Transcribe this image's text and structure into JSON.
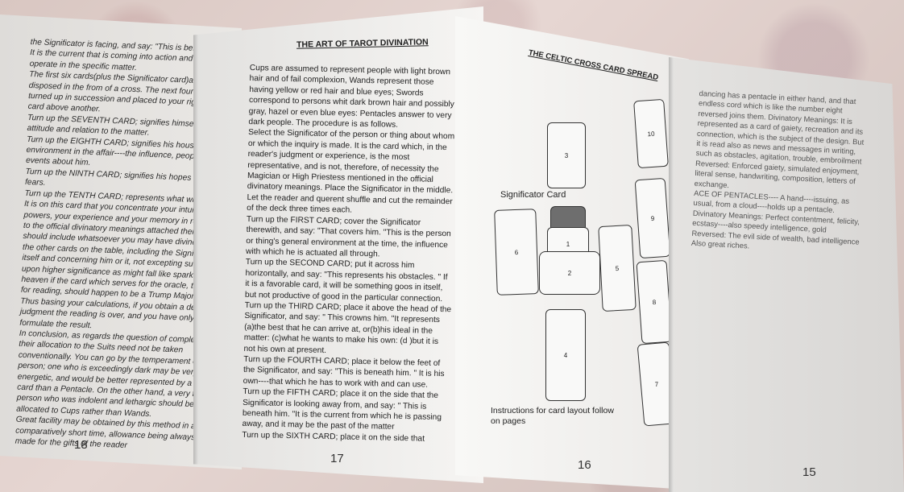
{
  "page18": {
    "paragraphs": [
      "the Significator is facing, and say: \"This is before him.\" It is the current that is coming into action and will operate in the specific matter.",
      "The first six cards(plus the Significator card)are now disposed in the from of a cross. The next four cards are turned up in succession and placed to your right, one card above another.",
      "Turn up the SEVENTH CARD; signifies himself, his attitude and relation to the matter.",
      "Turn up the EIGHTH CARD; signifies his house, his environment in the affair----the influence, people and events about him.",
      "Turn up the NINTH CARD; signifies his hopes and fears.",
      "Turn up the TENTH CARD; represents what will come. It is on this card that you concentrate your intuitive powers, your experience and your memory in respect to the official divinatory meanings attached thereto. It should include whatsoever you may have divined from the other cards on the table, including the Significator itself and concerning him or it, not excepting such lights upon higher significance as might fall like sparks from heaven if the card which serves for the oracle, the card for reading, should happen to be a Trump Major.",
      "Thus basing your calculations, if you obtain a decisive judgment the reading is over, and you have only to formulate the result.",
      "In conclusion, as regards the question of complexions, their allocation to the Suits need not be taken conventionally. You can go by the temperament of a person; one who is exceedingly dark may be very energetic, and would be better represented by a Sword card than a Pentacle. On the other hand, a very fair person who was indolent and lethargic should be allocated to Cups rather than Wands.",
      "Great facility may be obtained by this method in a comparatively short time, allowance being always made for the gifts of the reader"
    ],
    "page_number": "18"
  },
  "page17": {
    "heading": "THE ART OF TAROT DIVINATION",
    "paragraphs": [
      "Cups are assumed to represent people with light brown hair and of fail complexion, Wands represent those having yellow or red hair and blue eyes; Swords correspond to persons whit dark brown hair and possibly gray, hazel or even blue eyes: Pentacles answer to very dark people. The procedure is as follows.",
      "Select the Significator of the person or thing about whom or which the inquiry is made. It is the card which, in the reader's judgment or experience, is the most representative, and is not, therefore, of necessity the Magician or High Priestess mentioned in the official divinatory meanings. Place the Significator in the middle. Let the reader and querent shuffle and cut the remainder of the deck three times each.",
      "Turn up the FIRST CARD; cover the Significator therewith, and say: \"That covers him. \"This is the person or thing's general environment at the time, the influence with which he is actuated all through.",
      "Turn up the SECOND CARD; put it across him horizontally, and say: \"This represents his obstacles. \" If it is a favorable card, it will be something goos in itself, but not productive of good in the particular connection.",
      "Turn up the THIRD CARD; place it above the head of the Significator, and say: \" This crowns him. \"It represents (a)the best that he can arrive at, or(b)his ideal in the matter: (c)what he wants to make his own: (d )but it is not his own at present.",
      "Turn up the FOURTH CARD; place it below the feet of the Significator, and say: \"This is beneath him. \" It is his own----that which he has to work with and can use.",
      "Turn up the FIFTH CARD; place it on the side that the Significator is looking away from, and say: \" This is beneath him. \"It is the current from which he is passing away, and it may be the past of the matter",
      "Turn up the SIXTH CARD; place it on the side that"
    ],
    "page_number": "17"
  },
  "page16": {
    "heading": "THE CELTIC CROSS CARD SPREAD",
    "significator_label": "Significator Card",
    "cards": [
      "3",
      "6",
      "1",
      "2",
      "5",
      "4",
      "10",
      "9",
      "8",
      "7"
    ],
    "instructions": "Instructions for card layout follow on pages",
    "page_number": "16"
  },
  "page15": {
    "paragraphs": [
      "dancing has a pentacle in either hand, and that endless cord which is like the number eight reversed joins them. Divinatory Meanings: It is represented as a card of gaiety, recreation and its connection, which is the subject of the design. But it is read also as news and messages in writing, such as obstacles, agitation, trouble, embroilment Reversed: Enforced gaiety, simulated enjoyment, literal sense, handwriting, composition, letters of exchange.",
      "ACE OF PENTACLES---- A hand----issuing, as usual, from a cloud----holds up a pentacle. Divinatory Meanings: Perfect contentment, felicity, ecstasy----also speedy intelligence, gold Reversed: The evil side of wealth, bad intelligence Also great riches."
    ],
    "page_number": "15"
  }
}
